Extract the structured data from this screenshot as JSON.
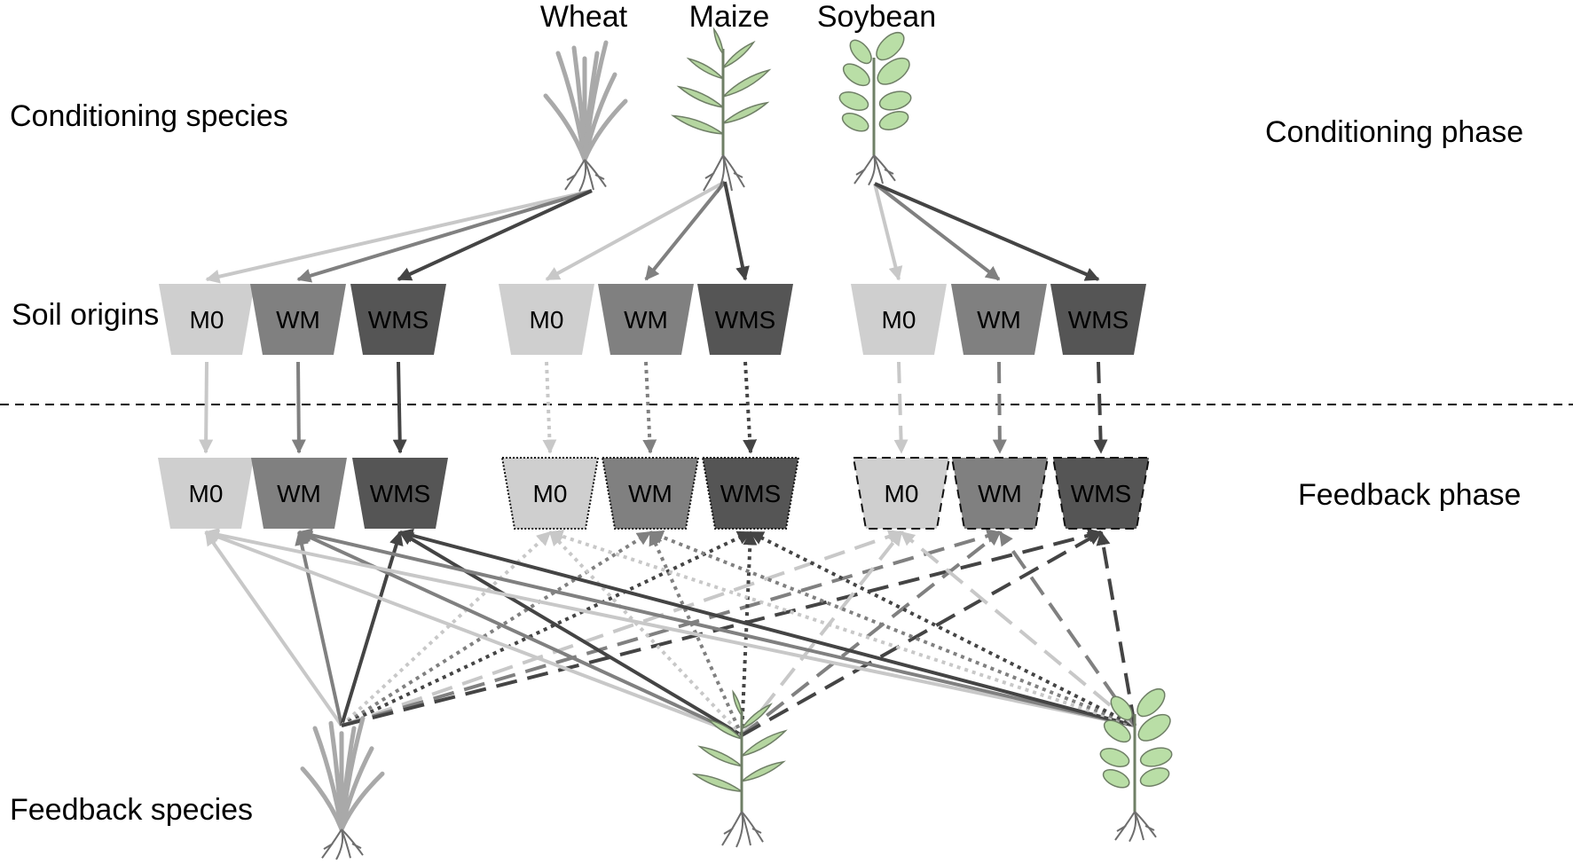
{
  "labels": {
    "conditioning_species": "Conditioning species",
    "conditioning_phase": "Conditioning phase",
    "soil_origins": "Soil origins",
    "feedback_phase": "Feedback phase",
    "feedback_species": "Feedback species"
  },
  "conditioning_species": [
    {
      "id": "wheat",
      "name": "Wheat"
    },
    {
      "id": "maize",
      "name": "Maize"
    },
    {
      "id": "soybean",
      "name": "Soybean"
    }
  ],
  "feedback_species": [
    {
      "id": "wheat"
    },
    {
      "id": "maize"
    },
    {
      "id": "soybean"
    }
  ],
  "soil_types": [
    {
      "id": "m0",
      "label": "M0",
      "color": "#cfcfcf",
      "arrow_color": "#c8c8c8"
    },
    {
      "id": "wm",
      "label": "WM",
      "color": "#808080",
      "arrow_color": "#808080"
    },
    {
      "id": "wms",
      "label": "WMS",
      "color": "#555555",
      "arrow_color": "#444444"
    }
  ],
  "line_styles": {
    "wheat": "solid",
    "maize": "dotted",
    "soybean": "dashed"
  },
  "plant_colors": {
    "wheat_leaf": "#a9a9a9",
    "maize_leaf": "#b5d6a0",
    "soybean_leaf": "#b9dea6",
    "leaf_outline": "#6f7f66",
    "root": "#6e6e6e"
  }
}
